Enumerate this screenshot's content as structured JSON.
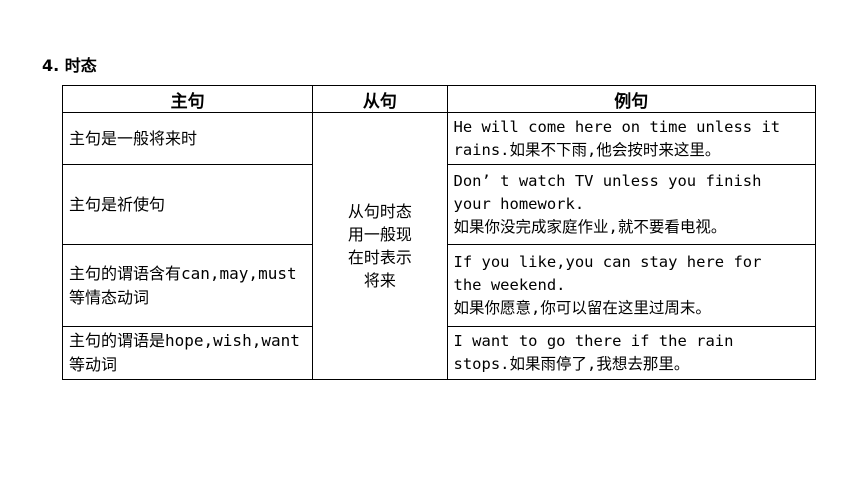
{
  "section_title": "4. 时态",
  "table": {
    "headers": [
      "主句",
      "从句",
      "例句"
    ],
    "subclause": "从句时态用一般现在时表示将来",
    "rows": [
      {
        "main": "主句是一般将来时",
        "example": [
          "He will come here on time unless it",
          "rains.如果不下雨,他会按时来这里。"
        ]
      },
      {
        "main": "主句是祈使句",
        "example": [
          "Don’ t watch TV unless you finish",
          "your homework.",
          "如果你没完成家庭作业,就不要看电视。"
        ]
      },
      {
        "main": "主句的谓语含有can,may,must等情态动词",
        "example": [
          "If you like,you can stay here for",
          "the weekend.",
          "如果你愿意,你可以留在这里过周末。"
        ]
      },
      {
        "main": "主句的谓语是hope,wish,want等动词",
        "example": [
          "I want to go there if the rain",
          "stops.如果雨停了,我想去那里。"
        ]
      }
    ]
  }
}
